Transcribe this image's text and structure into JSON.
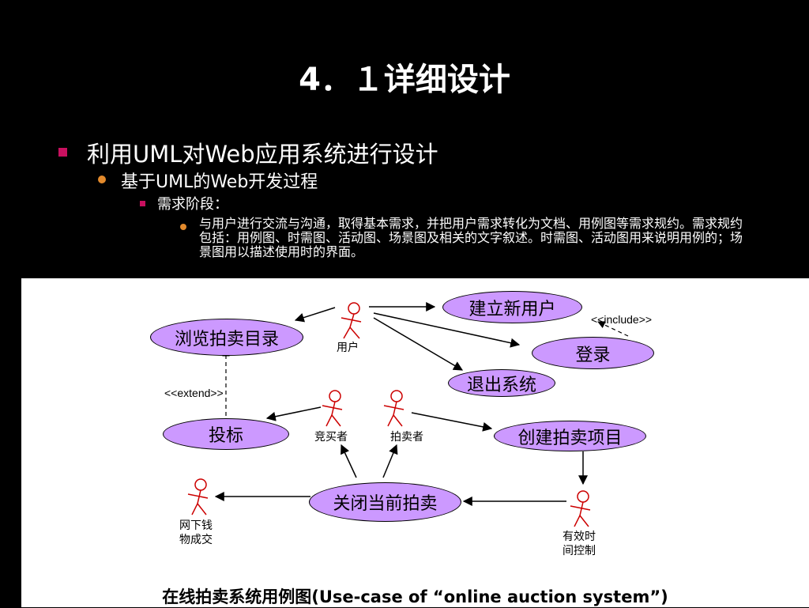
{
  "slide": {
    "title": "4．１详细设计",
    "bullets": {
      "l1": "利用UML对Web应用系统进行设计",
      "l2": "基于UML的Web开发过程",
      "l3": "需求阶段：",
      "l4": "与用户进行交流与沟通，取得基本需求，并把用户需求转化为文档、用例图等需求规约。需求规约包括：用例图、时需图、活动图、场景图及相关的文字叙述。时需图、活动图用来说明用例的；场景图用以描述使用时的界面。"
    }
  },
  "diagram": {
    "actors": {
      "user": "用户",
      "buyer": "竞买者",
      "seller": "拍卖者",
      "offline": [
        "网下钱",
        "物成交"
      ],
      "timer": [
        "有效时",
        "间控制"
      ]
    },
    "use_cases": {
      "register": "建立新用户",
      "browse": "浏览拍卖目录",
      "login": "登录",
      "logout": "退出系统",
      "bid": "投标",
      "create_item": "创建拍卖项目",
      "close_auction": "关闭当前拍卖"
    },
    "stereotypes": {
      "include": "<<include>>",
      "extend": "<<extend>>"
    },
    "caption": "在线拍卖系统用例图(Use-case of “online auction system”)"
  },
  "colors": {
    "background": "#000000",
    "text": "#ffffff",
    "use_case_fill": "#cc99ff",
    "actor_stroke": "#cc0000",
    "bullet_square": "#c8105f",
    "bullet_circle": "#e38a2c"
  }
}
